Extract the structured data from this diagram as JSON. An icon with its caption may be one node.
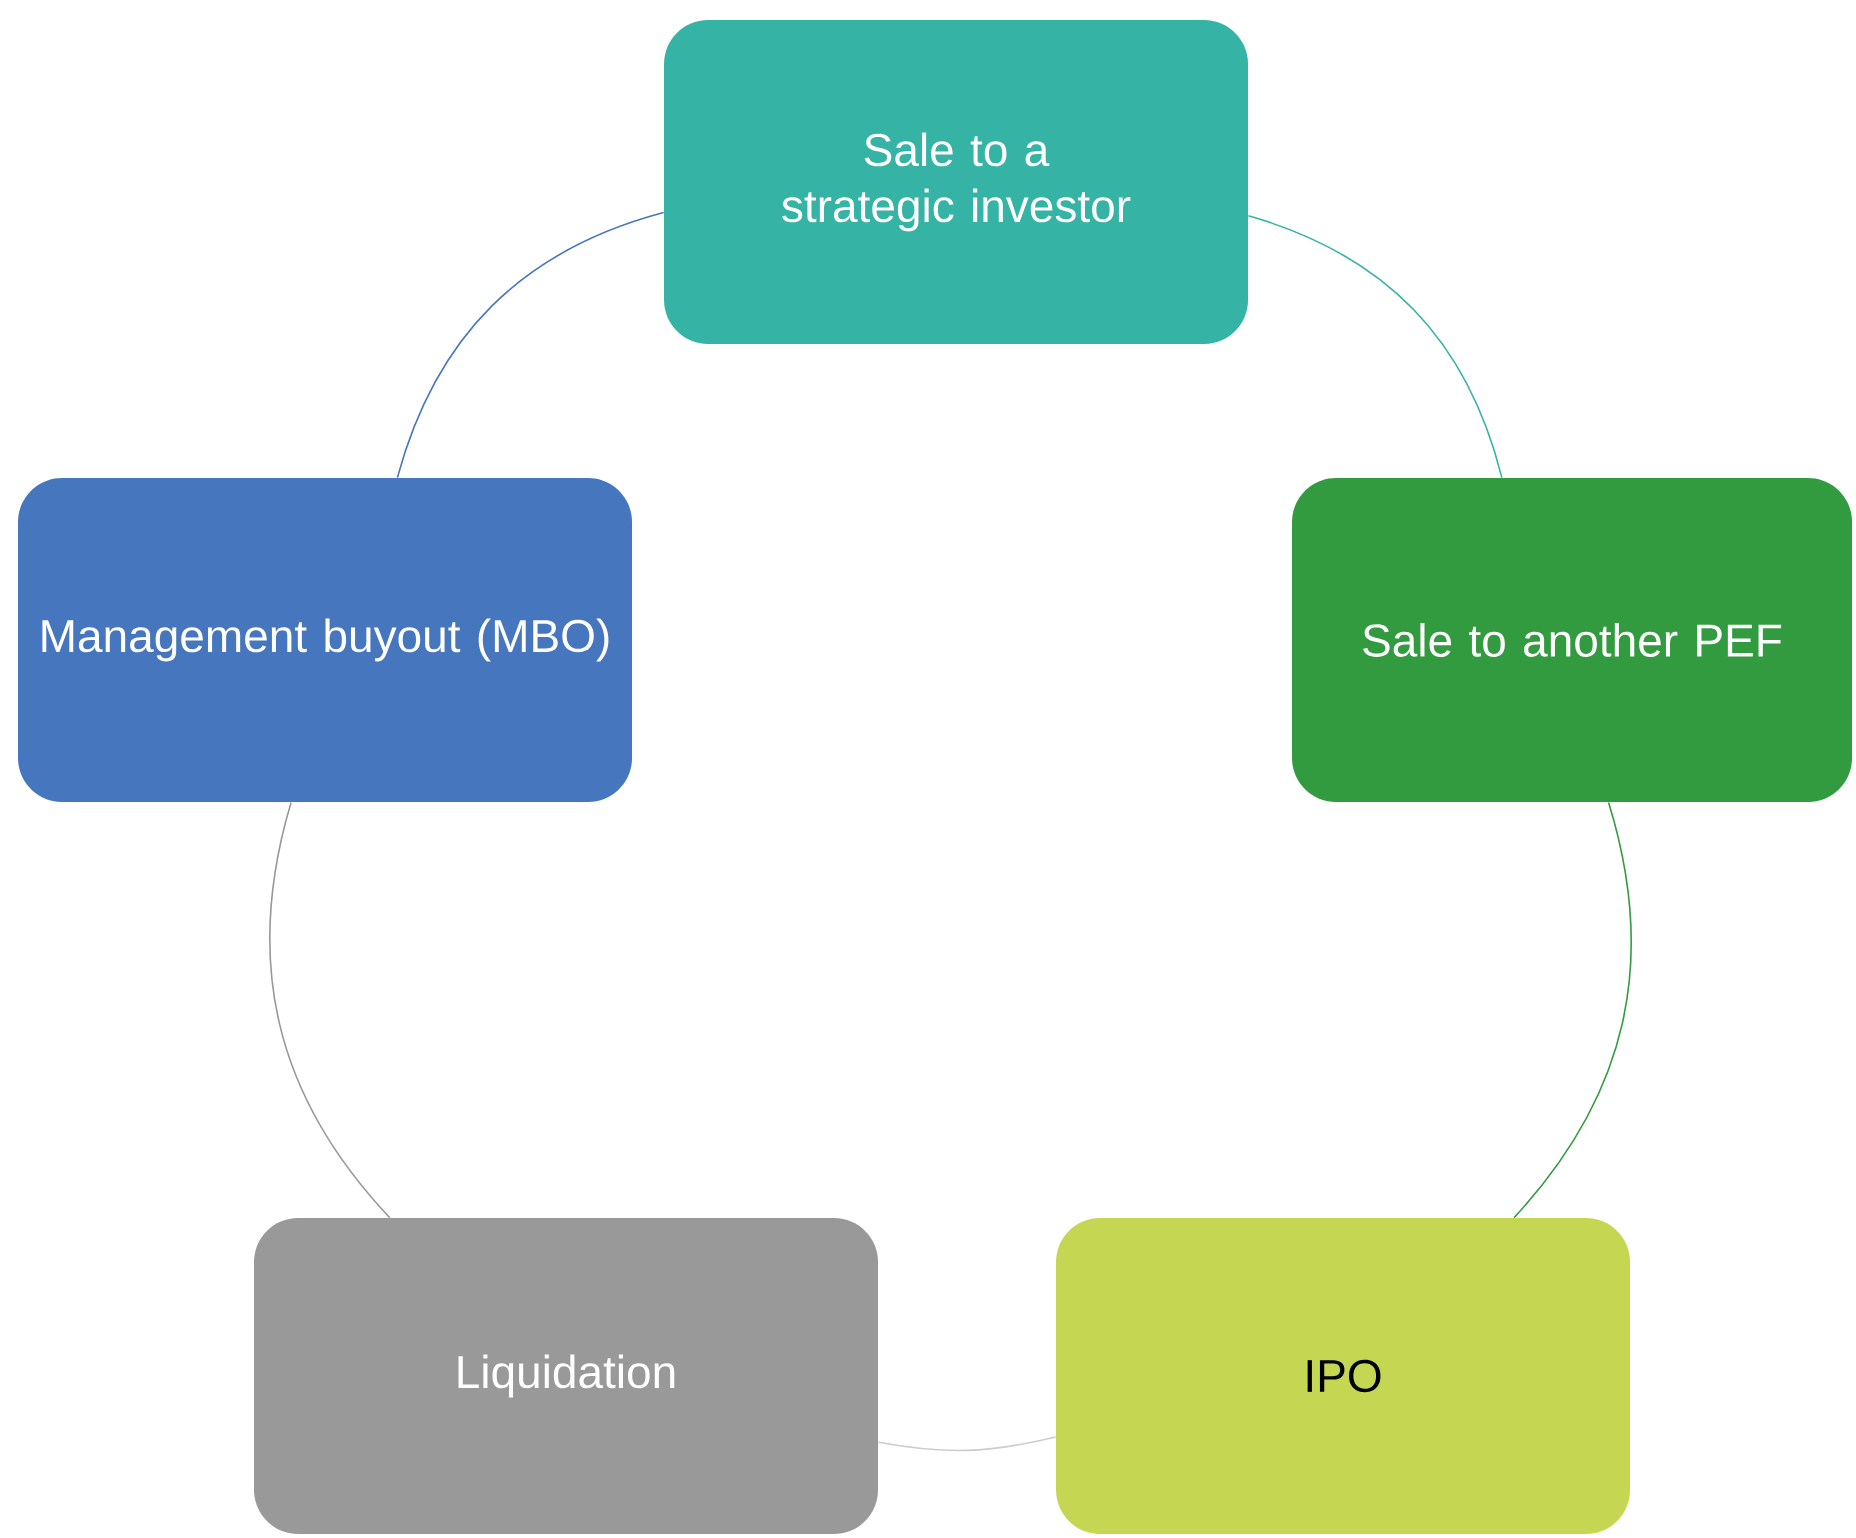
{
  "diagram": {
    "nodes": [
      {
        "text": [
          "Sale to a strategic investor"
        ]
      },
      {
        "text": [
          "Sale to another PEF"
        ]
      },
      {
        "text": [
          "IPO"
        ]
      },
      {
        "text": [
          "Liquidation"
        ]
      },
      {
        "text": [
          "Management buyout (MBO)"
        ]
      }
    ],
    "edges": [
      {
        "from": 0,
        "to": 1,
        "arrow": "none",
        "color": "#35b3a5"
      },
      {
        "from": 1,
        "to": 2,
        "arrow": "none",
        "color": "#339b3f"
      },
      {
        "from": 2,
        "to": 3,
        "arrow": "none",
        "color": "#cccccc"
      },
      {
        "from": 3,
        "to": 4,
        "arrow": "none",
        "color": "#999999"
      },
      {
        "from": 4,
        "to": 0,
        "arrow": "none",
        "color": "#4677be"
      }
    ]
  }
}
